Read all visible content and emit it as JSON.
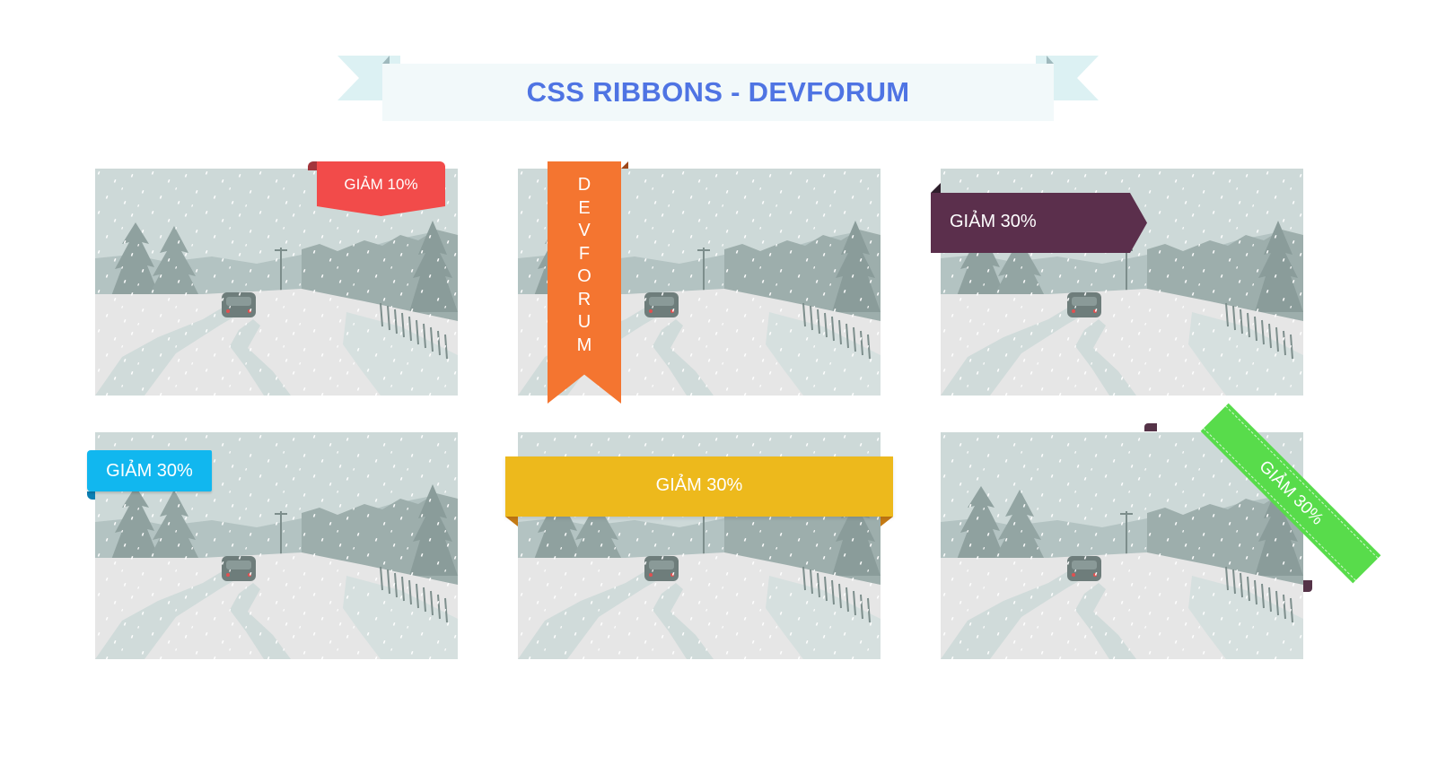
{
  "header": {
    "title": "CSS RIBBONS - DEVFORUM"
  },
  "ribbons": {
    "r1": "GIẢM 10%",
    "r2": [
      "D",
      "E",
      "V",
      "F",
      "O",
      "R",
      "U",
      "M"
    ],
    "r3": "GIẢM 30%",
    "r4": "GIẢM 30%",
    "r5": "GIẢM 30%",
    "r6": "GIẢM 30%"
  },
  "colors": {
    "title": "#4f74e3",
    "red": "#f24b4a",
    "orange": "#f47530",
    "purple": "#5b2f4c",
    "blue": "#11b7ef",
    "yellow": "#edb91c",
    "green": "#58dc4b"
  }
}
